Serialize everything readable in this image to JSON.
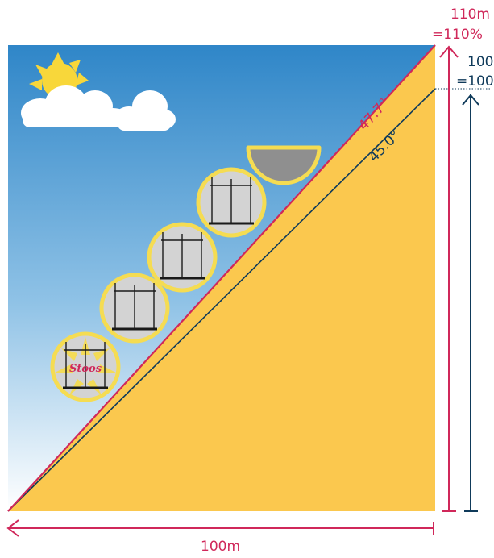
{
  "diagram": {
    "horizontal_label": "100m",
    "slope_label_line1": "110m",
    "slope_label_line2": "=110%",
    "ref_label_line1": "100",
    "ref_label_line2": "=100",
    "angle_slope": "47.7°",
    "angle_reference": "45.0°",
    "cabin_sign": "Stoos",
    "slope_percent": 110,
    "reference_percent": 100,
    "cabin_count": 4,
    "colors": {
      "sky_top": "#2f86c8",
      "sky_bottom": "#ffffff",
      "ground": "#fbc84e",
      "slope_line": "#d0285a",
      "reference_line": "#0f3a5a",
      "cabin_ring": "#f5dc52",
      "sun": "#f8d73a"
    }
  }
}
